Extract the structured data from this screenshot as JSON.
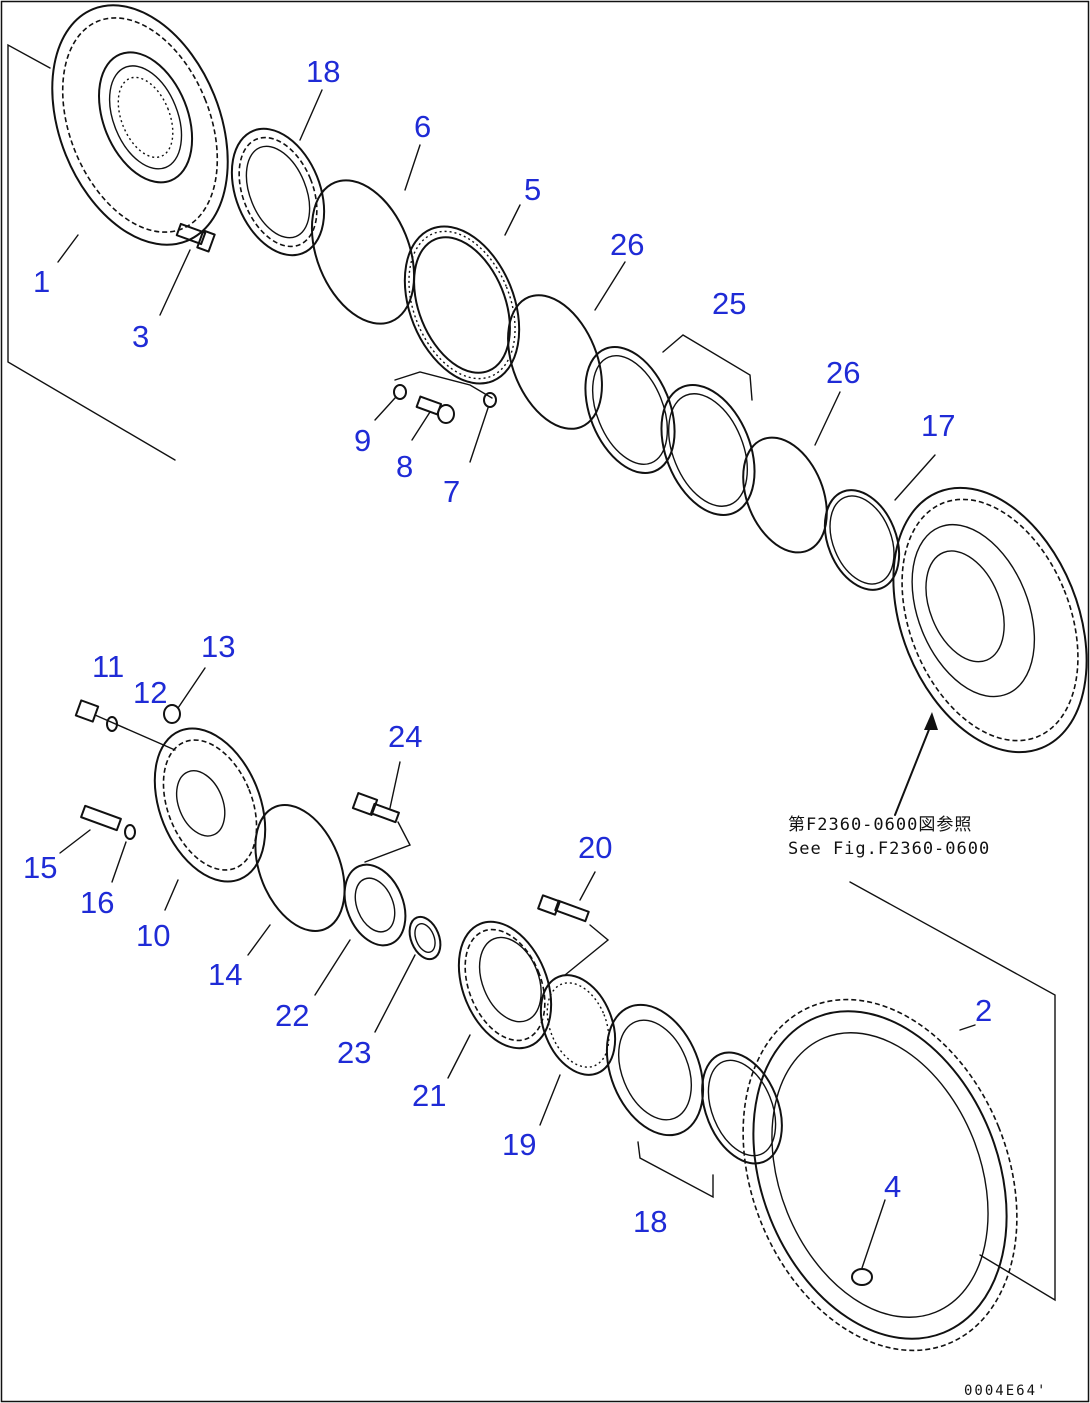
{
  "callouts": [
    {
      "id": "1",
      "label": "1"
    },
    {
      "id": "2",
      "label": "2"
    },
    {
      "id": "3",
      "label": "3"
    },
    {
      "id": "4",
      "label": "4"
    },
    {
      "id": "5",
      "label": "5"
    },
    {
      "id": "6",
      "label": "6"
    },
    {
      "id": "7",
      "label": "7"
    },
    {
      "id": "8",
      "label": "8"
    },
    {
      "id": "9",
      "label": "9"
    },
    {
      "id": "10",
      "label": "10"
    },
    {
      "id": "11",
      "label": "11"
    },
    {
      "id": "12",
      "label": "12"
    },
    {
      "id": "13",
      "label": "13"
    },
    {
      "id": "14",
      "label": "14"
    },
    {
      "id": "15",
      "label": "15"
    },
    {
      "id": "16",
      "label": "16"
    },
    {
      "id": "17",
      "label": "17"
    },
    {
      "id": "18a",
      "label": "18"
    },
    {
      "id": "18b",
      "label": "18"
    },
    {
      "id": "19",
      "label": "19"
    },
    {
      "id": "20",
      "label": "20"
    },
    {
      "id": "21",
      "label": "21"
    },
    {
      "id": "22",
      "label": "22"
    },
    {
      "id": "23",
      "label": "23"
    },
    {
      "id": "24",
      "label": "24"
    },
    {
      "id": "25",
      "label": "25"
    },
    {
      "id": "26a",
      "label": "26"
    },
    {
      "id": "26b",
      "label": "26"
    }
  ],
  "reference_note": {
    "line1": "第F2360-0600図参照",
    "line2": "See Fig.F2360-0600"
  },
  "drawing_code": "0004E64'",
  "colors": {
    "callout": "#1f2bd6",
    "line": "#111111",
    "background": "#ffffff"
  }
}
